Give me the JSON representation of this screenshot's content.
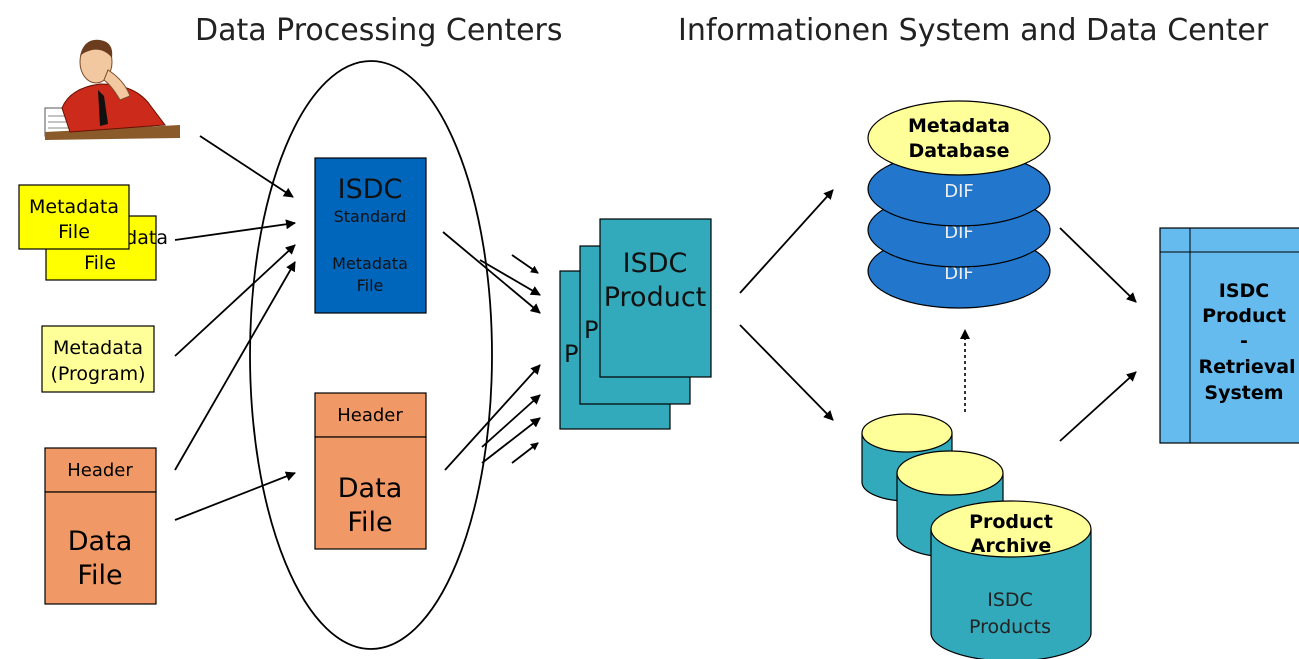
{
  "headers": {
    "left": "Data Processing Centers",
    "right": "Informationen System and Data Center"
  },
  "inputs": {
    "metadata_file_front": [
      "Metadata",
      "File"
    ],
    "metadata_file_back": [
      "Metadata",
      "File"
    ],
    "metadata_program": [
      "Metadata",
      "(Program)"
    ],
    "data_header": "Header",
    "data_file": [
      "Data",
      "File"
    ]
  },
  "processing": {
    "isdc": "ISDC",
    "standard": "Standard",
    "metadata_file": [
      "Metadata",
      "File"
    ],
    "header": "Header",
    "data_file": [
      "Data",
      "File"
    ]
  },
  "product": {
    "front": [
      "ISDC",
      "Product"
    ],
    "back": [
      "P",
      "P"
    ]
  },
  "metadata_db": {
    "title": [
      "Metadata",
      "Database"
    ],
    "layers": [
      "DIF",
      "DIF",
      "DIF"
    ]
  },
  "archive": {
    "title": [
      "Product",
      "Archive"
    ],
    "body": [
      "ISDC",
      "Products"
    ]
  },
  "retrieval": [
    "ISDC",
    "Product",
    "-",
    "Retrieval",
    "System"
  ],
  "colors": {
    "metadata_yellow": "#ffff00",
    "program_yellow": "#ffff99",
    "data_orange": "#f09966",
    "isdc_blue": "#0066bb",
    "product_teal": "#33aabb",
    "db_blue": "#2277cc",
    "db_top": "#ffff99",
    "retrieval_blue": "#66bbee"
  },
  "icons": {
    "person": "person-at-desk-icon"
  }
}
